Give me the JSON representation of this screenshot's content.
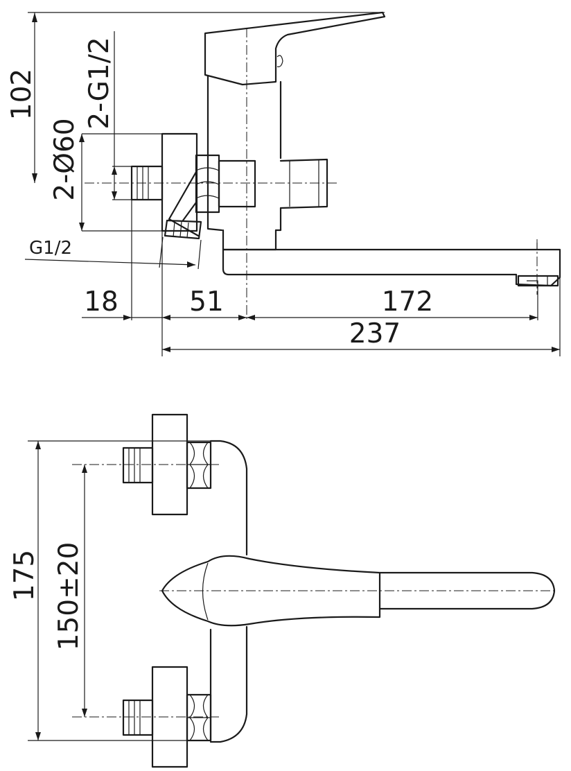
{
  "side_view": {
    "height_label": "102",
    "inlet_thread_label": "2-G1/2",
    "flange_diameter_label": "2-Ø60",
    "outlet_thread_label": "G1/2",
    "wall_offset_label": "18",
    "body_depth_label": "51",
    "spout_reach_label": "172",
    "overall_length_label": "237"
  },
  "top_view": {
    "overall_height_label": "175",
    "inlet_spacing_label": "150±20"
  }
}
